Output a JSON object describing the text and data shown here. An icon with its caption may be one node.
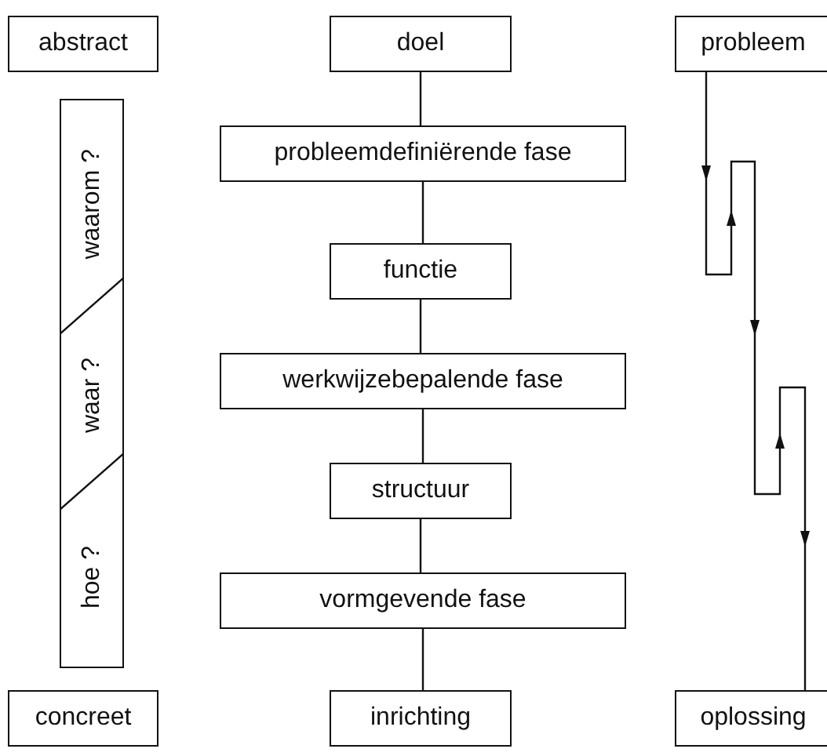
{
  "diagram": {
    "nodes": [
      {
        "text": [
          "abstract"
        ]
      },
      {
        "text": [
          "waarom ?",
          "waar ?",
          "hoe ?"
        ]
      },
      {
        "text": [
          "concreet"
        ]
      },
      {
        "text": [
          "doel"
        ]
      },
      {
        "text": [
          "probleemdefiniërende fase"
        ]
      },
      {
        "text": [
          "functie"
        ]
      },
      {
        "text": [
          "werkwijzebepalende fase"
        ]
      },
      {
        "text": [
          "structuur"
        ]
      },
      {
        "text": [
          "vormgevende fase"
        ]
      },
      {
        "text": [
          "inrichting"
        ]
      },
      {
        "text": [
          "probleem"
        ]
      },
      {
        "text": [
          "oplossing"
        ]
      }
    ],
    "edges": [
      {
        "from": 3,
        "to": 4,
        "arrow": "none"
      },
      {
        "from": 4,
        "to": 5,
        "arrow": "none"
      },
      {
        "from": 5,
        "to": 6,
        "arrow": "none"
      },
      {
        "from": 6,
        "to": 7,
        "arrow": "none"
      },
      {
        "from": 7,
        "to": 8,
        "arrow": "none"
      },
      {
        "from": 8,
        "to": 9,
        "arrow": "none"
      },
      {
        "from": 10,
        "to": 11,
        "arrow": "to"
      }
    ]
  }
}
